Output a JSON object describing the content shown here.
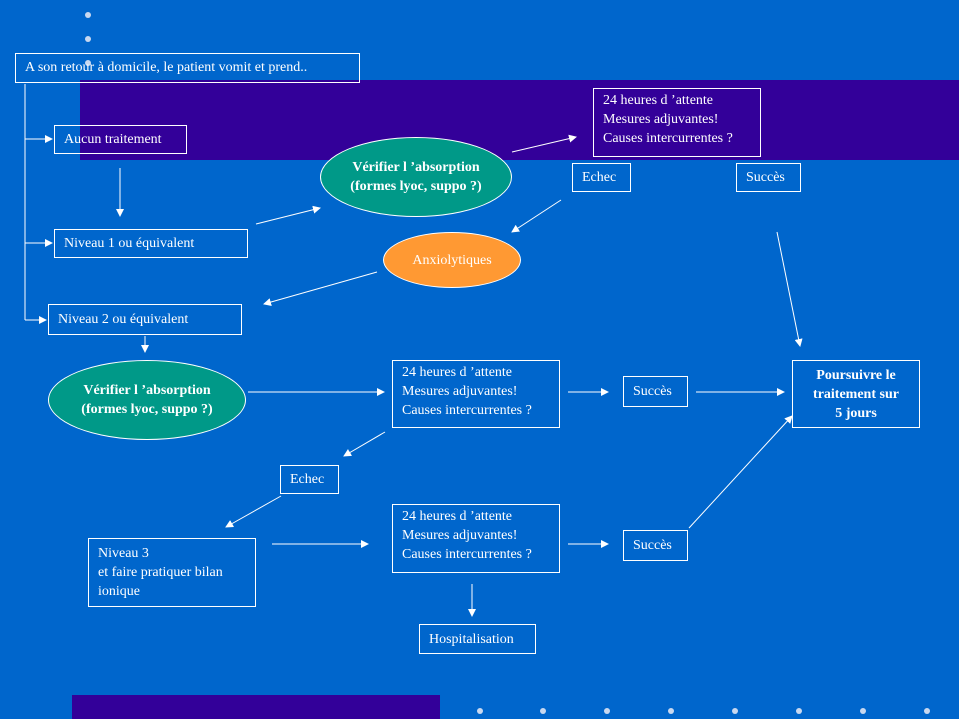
{
  "boxes": {
    "start": "A son retour à domicile, le patient vomit et prend..",
    "aucun_traitement": "Aucun traitement",
    "niveau1": "Niveau 1 ou équivalent",
    "niveau2": "Niveau 2 ou équivalent",
    "attente_top": [
      "24 heures d ’attente",
      "Mesures adjuvantes!",
      "Causes intercurrentes ?"
    ],
    "echec_top": "Echec",
    "succes_top": "Succès",
    "attente_mid": [
      "24 heures d ’attente",
      "Mesures adjuvantes!",
      "Causes intercurrentes ?"
    ],
    "succes_mid": "Succès",
    "poursuivre": [
      "Poursuivre le",
      "traitement sur",
      "5 jours"
    ],
    "echec_mid": "Echec",
    "niveau3": [
      "Niveau 3",
      "et faire pratiquer  bilan",
      "ionique"
    ],
    "attente_bot": [
      "24 heures d ’attente",
      "Mesures adjuvantes!",
      "Causes intercurrentes ?"
    ],
    "succes_bot": "Succès",
    "hospitalisation": "Hospitalisation"
  },
  "ellipses": {
    "verifier_top": [
      "Vérifier l ’absorption",
      "(formes lyoc, suppo ?)"
    ],
    "anxiolytiques": "Anxiolytiques",
    "verifier_mid": [
      "Vérifier l ’absorption",
      "(formes lyoc, suppo ?)"
    ]
  },
  "colors": {
    "background": "#0066cc",
    "band": "#330099",
    "ellipse_green": "#009988",
    "ellipse_orange": "#ff9933"
  }
}
